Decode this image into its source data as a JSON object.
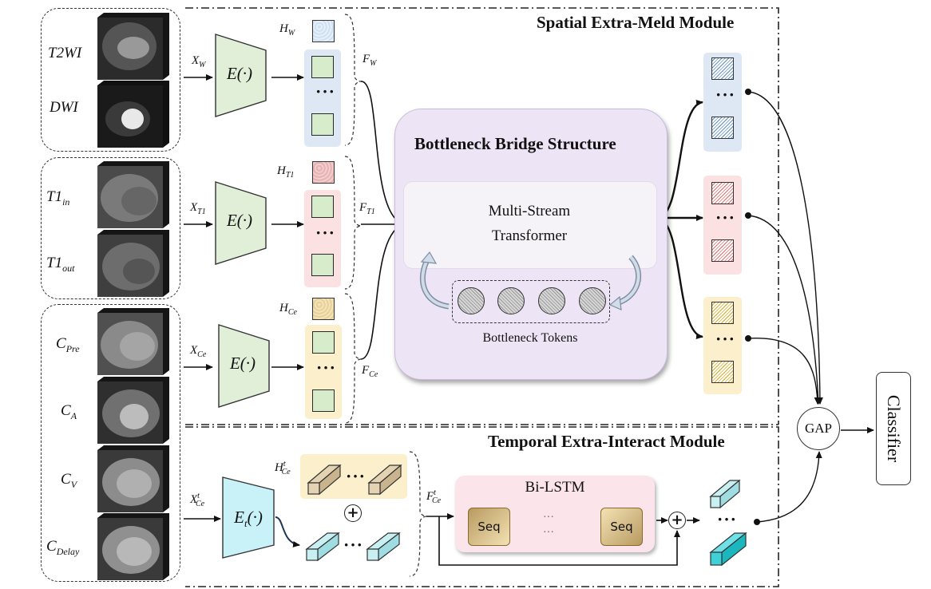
{
  "modules": {
    "spatial_title": "Spatial Extra-Meld Module",
    "temporal_title": "Temporal Extra-Interact Module"
  },
  "inputs": {
    "group1": [
      "T2WI",
      "DWI"
    ],
    "group2": {
      "t1in_base": "T1",
      "t1in_sub": "in",
      "t1out_base": "T1",
      "t1out_sub": "out"
    },
    "group3": {
      "base": "C",
      "subs": [
        "Pre",
        "A",
        "V",
        "Delay"
      ]
    }
  },
  "encoders": {
    "spatial_label": "E(·)",
    "temporal_base": "E",
    "temporal_sub": "t",
    "temporal_tail": "(·)",
    "x_w": {
      "base": "X",
      "sub": "W"
    },
    "x_t1": {
      "base": "X",
      "sub": "T1"
    },
    "x_ce": {
      "base": "X",
      "sub": "Ce"
    },
    "x_ce_t": {
      "base": "X",
      "sup": "t",
      "sub": "Ce"
    }
  },
  "features": {
    "h_w": {
      "base": "H",
      "sub": "W"
    },
    "h_t1": {
      "base": "H",
      "sub": "T1"
    },
    "h_ce": {
      "base": "H",
      "sub": "Ce"
    },
    "h_ce_t": {
      "base": "H",
      "sup": "t",
      "sub": "Ce"
    },
    "f_w": {
      "base": "F",
      "sub": "W"
    },
    "f_t1": {
      "base": "F",
      "sub": "T1"
    },
    "f_ce": {
      "base": "F",
      "sub": "Ce"
    },
    "f_ce_t": {
      "base": "F",
      "sup": "t",
      "sub": "Ce"
    },
    "ellipsis": "···"
  },
  "bottleneck": {
    "title": "Bottleneck Bridge Structure",
    "transformer_line1": "Multi-Stream",
    "transformer_line2": "Transformer",
    "tokens_label": "Bottleneck Tokens"
  },
  "temporal": {
    "lstm_label": "Bi-LSTM",
    "seq_label": "Seq",
    "plus": "+"
  },
  "head": {
    "gap": "GAP",
    "classifier": "Classifier"
  },
  "colors": {
    "blue_bg": "#dde8f4",
    "pink_bg": "#fbe1e1",
    "yellow_bg": "#fbefcc",
    "green_cell": "#d7eccb",
    "bottleneck_bg": "#ede5f5",
    "encoder_fill": "#e1efd8",
    "temporal_encoder_fill": "#c8f2f8"
  }
}
